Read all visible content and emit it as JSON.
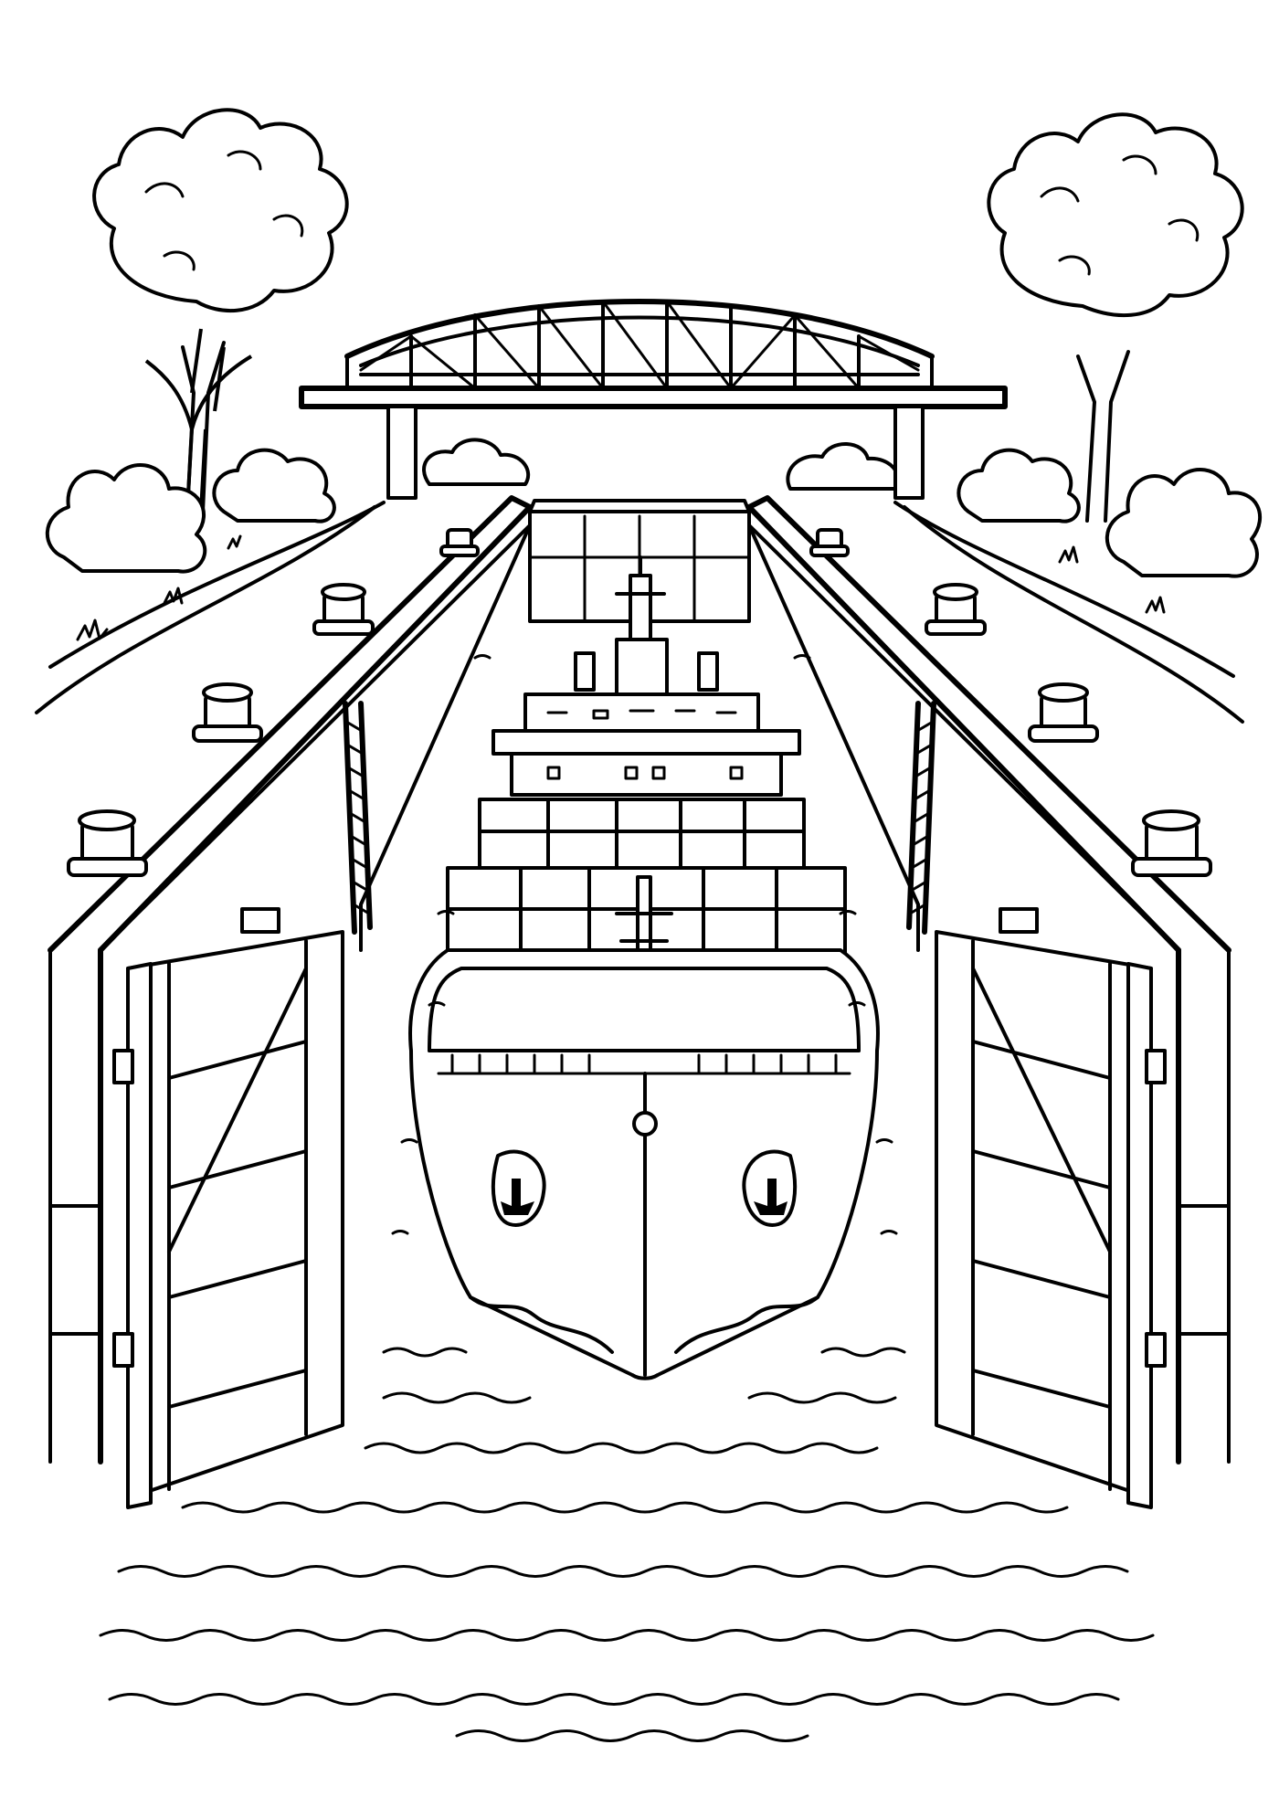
{
  "image": {
    "kind": "line-art-coloring-page",
    "colors": {
      "ink": "#000000",
      "paper": "#ffffff"
    },
    "elements": [
      "truss-bridge",
      "container-ship",
      "canal-lock-walls",
      "lock-gates",
      "mooring-bollards",
      "ladders",
      "trees",
      "bushes",
      "water"
    ]
  }
}
